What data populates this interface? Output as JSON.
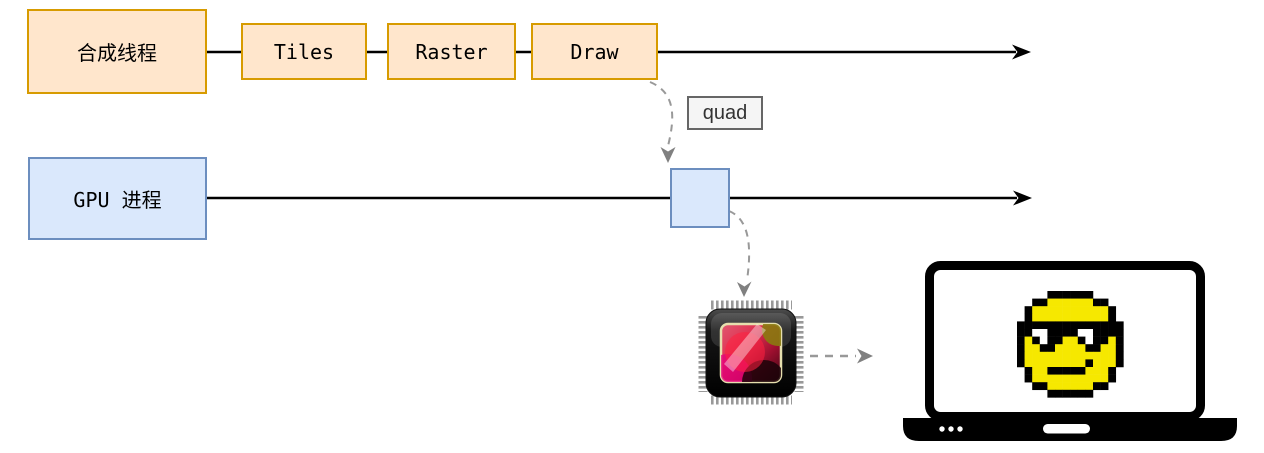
{
  "nodes": {
    "compositor": {
      "label": "合成线程"
    },
    "tiles": {
      "label": "Tiles"
    },
    "raster": {
      "label": "Raster"
    },
    "draw": {
      "label": "Draw"
    },
    "gpu": {
      "label": "GPU 进程"
    },
    "quad_tag": {
      "label": "quad"
    }
  },
  "colors": {
    "orange_fill": "#FFE6CC",
    "orange_stroke": "#D79B00",
    "blue_fill": "#DAE8FC",
    "blue_stroke": "#6C8EBF",
    "tag_fill": "#F5F5F5",
    "tag_stroke": "#666666",
    "timeline_line": "#000000",
    "dashed_line": "#999999",
    "dashed_arrowhead": "#808080"
  },
  "icons": {
    "gpu_chip": {
      "name": "gpu-chip-icon"
    },
    "laptop": {
      "name": "laptop-icon"
    },
    "smiley": {
      "name": "cool-smiley-icon",
      "palette": {
        "K": "#000000",
        "Y": "#F6E800",
        "W": "#FFFFFF"
      },
      "grid": [
        "....KKKKKK....",
        "..KKYYYYYYKK..",
        ".KYYYYYYYYYYK.",
        ".KYYYYYYYYYYK.",
        "KKKKKKKKKKKKKK",
        "KKWWKKKKWWKKKK",
        "KYKWKKYYKWKKYK",
        "KYYKKYYYYKKYYK",
        "KYYYYYYYYYYYYK",
        "KYYYYYYYYKYYYK",
        ".KYYKKKKKYYYK.",
        ".KYYYYYYYYYYK.",
        "..KKYYYYYYKK..",
        "....KKKKKK...."
      ]
    }
  }
}
